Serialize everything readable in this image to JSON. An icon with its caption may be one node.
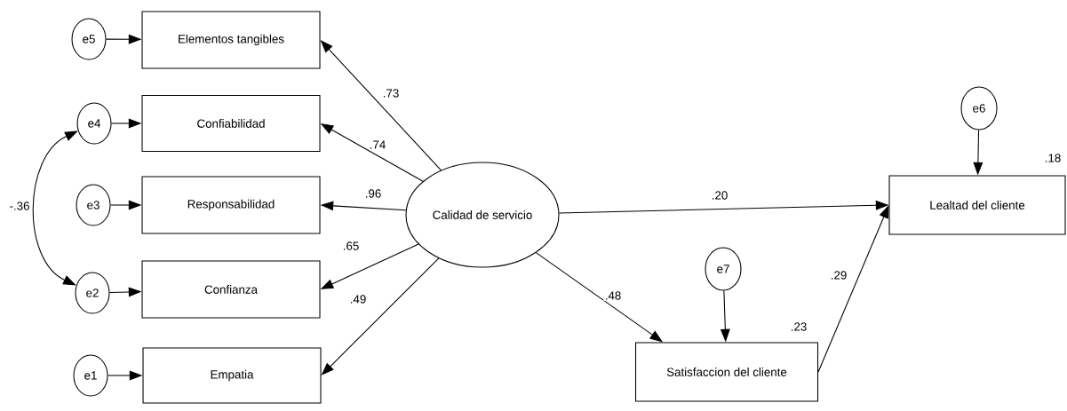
{
  "diagram": {
    "nodes": [
      {
        "text": [
          "e5"
        ]
      },
      {
        "text": [
          "Elementos tangibles"
        ]
      },
      {
        "text": [
          "e4"
        ]
      },
      {
        "text": [
          "Confiabilidad"
        ]
      },
      {
        "text": [
          "e3"
        ]
      },
      {
        "text": [
          "Responsabilidad"
        ]
      },
      {
        "text": [
          "e2"
        ]
      },
      {
        "text": [
          "Confianza"
        ]
      },
      {
        "text": [
          "e1"
        ]
      },
      {
        "text": [
          "Empatia"
        ]
      },
      {
        "text": [
          "Calidad de servicio"
        ]
      },
      {
        "text": [
          "e6"
        ]
      },
      {
        "text": [
          "Lealtad del cliente"
        ],
        "beside": [
          ".18"
        ]
      },
      {
        "text": [
          "e7"
        ]
      },
      {
        "text": [
          "Satisfaccion del cliente"
        ],
        "beside": [
          ".23"
        ]
      }
    ],
    "edges": [
      {
        "from": 0,
        "to": 1,
        "arrow": "to"
      },
      {
        "from": 2,
        "to": 3,
        "arrow": "to"
      },
      {
        "from": 4,
        "to": 5,
        "arrow": "to"
      },
      {
        "from": 6,
        "to": 7,
        "arrow": "to"
      },
      {
        "from": 8,
        "to": 9,
        "arrow": "to"
      },
      {
        "from": 10,
        "to": 1,
        "arrow": "to",
        "label": ".73"
      },
      {
        "from": 10,
        "to": 3,
        "arrow": "to",
        "label": ".74"
      },
      {
        "from": 10,
        "to": 5,
        "arrow": "to",
        "label": ".96"
      },
      {
        "from": 10,
        "to": 7,
        "arrow": "to",
        "label": ".65"
      },
      {
        "from": 10,
        "to": 9,
        "arrow": "to",
        "label": ".49"
      },
      {
        "from": 2,
        "to": 6,
        "arrow": "both",
        "label": "-.36"
      },
      {
        "from": 11,
        "to": 12,
        "arrow": "to"
      },
      {
        "from": 10,
        "to": 12,
        "arrow": "to",
        "label": ".20"
      },
      {
        "from": 13,
        "to": 14,
        "arrow": "to"
      },
      {
        "from": 10,
        "to": 14,
        "arrow": "to",
        "label": ".48"
      },
      {
        "from": 14,
        "to": 12,
        "arrow": "to",
        "label": ".29"
      }
    ]
  }
}
